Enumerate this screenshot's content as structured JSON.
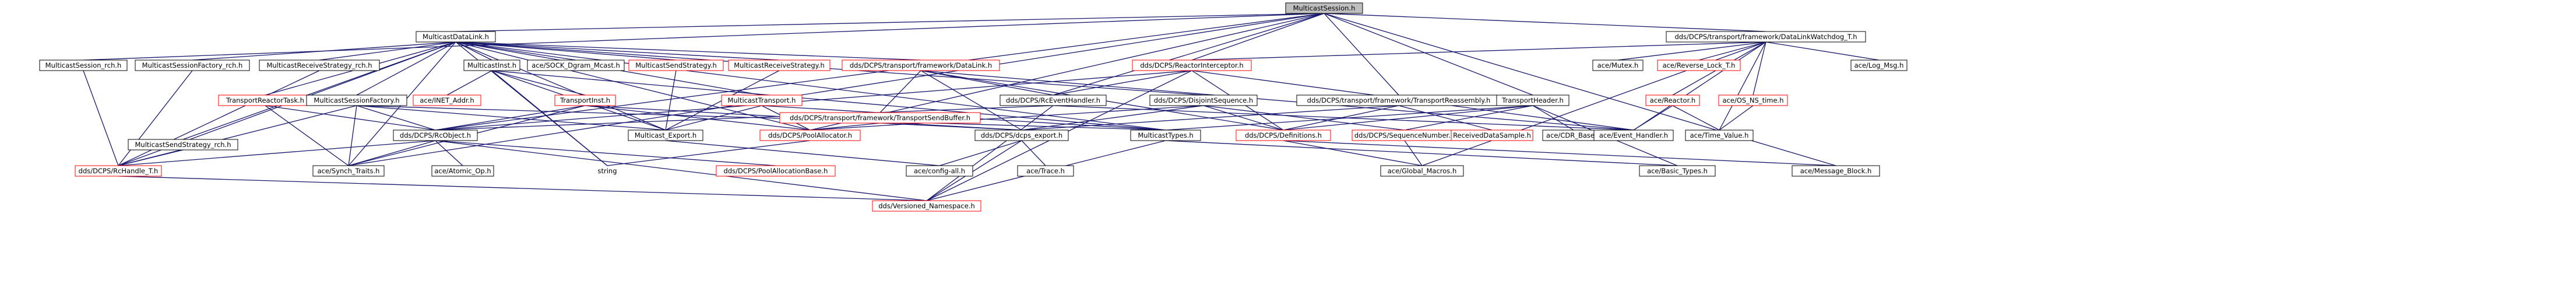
{
  "graph": {
    "root": "MulticastSession.h",
    "nodes": [
      {
        "id": "MulticastSession.h",
        "label": "MulticastSession.h",
        "kind": "root"
      },
      {
        "id": "MulticastDataLink.h",
        "label": "MulticastDataLink.h",
        "kind": "normal"
      },
      {
        "id": "WatchdogT",
        "label": "dds/DCPS/transport/framework/DataLinkWatchdog_T.h",
        "kind": "normal"
      },
      {
        "id": "MulticastSession_rch",
        "label": "MulticastSession_rch.h",
        "kind": "normal"
      },
      {
        "id": "MulticastSessionFactory_rch",
        "label": "MulticastSessionFactory_rch.h",
        "kind": "normal"
      },
      {
        "id": "MulticastReceiveStrategy_rch",
        "label": "MulticastReceiveStrategy_rch.h",
        "kind": "normal"
      },
      {
        "id": "MulticastInst",
        "label": "MulticastInst.h",
        "kind": "normal"
      },
      {
        "id": "SOCK_Dgram_Mcast",
        "label": "ace/SOCK_Dgram_Mcast.h",
        "kind": "normal"
      },
      {
        "id": "MulticastSendStrategy",
        "label": "MulticastSendStrategy.h",
        "kind": "missing"
      },
      {
        "id": "MulticastReceiveStrategy",
        "label": "MulticastReceiveStrategy.h",
        "kind": "missing"
      },
      {
        "id": "FwDataLink",
        "label": "dds/DCPS/transport/framework/DataLink.h",
        "kind": "missing"
      },
      {
        "id": "ReactorInterceptor",
        "label": "dds/DCPS/ReactorInterceptor.h",
        "kind": "missing"
      },
      {
        "id": "Mutex",
        "label": "ace/Mutex.h",
        "kind": "normal"
      },
      {
        "id": "ReverseLock",
        "label": "ace/Reverse_Lock_T.h",
        "kind": "missing"
      },
      {
        "id": "LogMsg",
        "label": "ace/Log_Msg.h",
        "kind": "normal"
      },
      {
        "id": "MulticastSendStrategy_rch",
        "label": "MulticastSendStrategy_rch.h",
        "kind": "normal"
      },
      {
        "id": "TransportReactorTask",
        "label": "TransportReactorTask.h",
        "kind": "missing"
      },
      {
        "id": "MulticastSessionFactory",
        "label": "MulticastSessionFactory.h",
        "kind": "normal"
      },
      {
        "id": "INETAddr",
        "label": "ace/INET_Addr.h",
        "kind": "missing"
      },
      {
        "id": "TransportInst",
        "label": "TransportInst.h",
        "kind": "missing"
      },
      {
        "id": "MulticastTransport",
        "label": "MulticastTransport.h",
        "kind": "missing"
      },
      {
        "id": "TransportSendBuffer",
        "label": "dds/DCPS/transport/framework/TransportSendBuffer.h",
        "kind": "missing"
      },
      {
        "id": "RcEventHandler",
        "label": "dds/DCPS/RcEventHandler.h",
        "kind": "normal"
      },
      {
        "id": "DisjointSequence",
        "label": "dds/DCPS/DisjointSequence.h",
        "kind": "normal"
      },
      {
        "id": "TransportReassembly",
        "label": "dds/DCPS/transport/framework/TransportReassembly.h",
        "kind": "normal"
      },
      {
        "id": "TransportHeader",
        "label": "TransportHeader.h",
        "kind": "normal"
      },
      {
        "id": "Reactor",
        "label": "ace/Reactor.h",
        "kind": "missing"
      },
      {
        "id": "OSNSTime",
        "label": "ace/OS_NS_time.h",
        "kind": "missing"
      },
      {
        "id": "RcObject",
        "label": "dds/DCPS/RcObject.h",
        "kind": "normal"
      },
      {
        "id": "MulticastExport",
        "label": "Multicast_Export.h",
        "kind": "normal"
      },
      {
        "id": "PoolAllocator",
        "label": "dds/DCPS/PoolAllocator.h",
        "kind": "missing"
      },
      {
        "id": "dcpsExport",
        "label": "dds/DCPS/dcps_export.h",
        "kind": "normal"
      },
      {
        "id": "MulticastTypes",
        "label": "MulticastTypes.h",
        "kind": "normal"
      },
      {
        "id": "Definitions",
        "label": "dds/DCPS/Definitions.h",
        "kind": "missing"
      },
      {
        "id": "SequenceNumber",
        "label": "dds/DCPS/SequenceNumber.h",
        "kind": "missing"
      },
      {
        "id": "ReceivedDataSample",
        "label": "ReceivedDataSample.h",
        "kind": "missing"
      },
      {
        "id": "CDRBase",
        "label": "ace/CDR_Base.h",
        "kind": "normal"
      },
      {
        "id": "EventHandler",
        "label": "ace/Event_Handler.h",
        "kind": "normal"
      },
      {
        "id": "TimeValue",
        "label": "ace/Time_Value.h",
        "kind": "normal"
      },
      {
        "id": "RcHandleT",
        "label": "dds/DCPS/RcHandle_T.h",
        "kind": "missing"
      },
      {
        "id": "SynchTraits",
        "label": "ace/Synch_Traits.h",
        "kind": "normal"
      },
      {
        "id": "AtomicOp",
        "label": "ace/Atomic_Op.h",
        "kind": "normal"
      },
      {
        "id": "string",
        "label": "string",
        "kind": "plain"
      },
      {
        "id": "PoolAllocationBase",
        "label": "dds/DCPS/PoolAllocationBase.h",
        "kind": "missing"
      },
      {
        "id": "configAll",
        "label": "ace/config-all.h",
        "kind": "normal"
      },
      {
        "id": "Trace",
        "label": "ace/Trace.h",
        "kind": "normal"
      },
      {
        "id": "GlobalMacros",
        "label": "ace/Global_Macros.h",
        "kind": "normal"
      },
      {
        "id": "BasicTypes",
        "label": "ace/Basic_Types.h",
        "kind": "normal"
      },
      {
        "id": "MessageBlock",
        "label": "ace/Message_Block.h",
        "kind": "normal"
      },
      {
        "id": "VersionedNamespace",
        "label": "dds/Versioned_Namespace.h",
        "kind": "missing"
      }
    ],
    "edges": [
      [
        "MulticastSession.h",
        "MulticastDataLink.h"
      ],
      [
        "MulticastSession.h",
        "WatchdogT"
      ],
      [
        "MulticastSession.h",
        "MulticastSession_rch"
      ],
      [
        "MulticastSession.h",
        "ReactorInterceptor"
      ],
      [
        "MulticastSession.h",
        "RcEventHandler"
      ],
      [
        "MulticastSession.h",
        "TransportReassembly"
      ],
      [
        "MulticastSession.h",
        "TransportHeader"
      ],
      [
        "MulticastSession.h",
        "PoolAllocator"
      ],
      [
        "MulticastSession.h",
        "MessageBlock"
      ],
      [
        "MulticastSession.h",
        "SynchTraits"
      ],
      [
        "MulticastSession.h",
        "RcObject"
      ],
      [
        "MulticastDataLink.h",
        "MulticastSessionFactory_rch"
      ],
      [
        "MulticastDataLink.h",
        "MulticastReceiveStrategy_rch"
      ],
      [
        "MulticastDataLink.h",
        "MulticastInst"
      ],
      [
        "MulticastDataLink.h",
        "SOCK_Dgram_Mcast"
      ],
      [
        "MulticastDataLink.h",
        "MulticastSendStrategy"
      ],
      [
        "MulticastDataLink.h",
        "MulticastReceiveStrategy"
      ],
      [
        "MulticastDataLink.h",
        "FwDataLink"
      ],
      [
        "MulticastDataLink.h",
        "MulticastSendStrategy_rch"
      ],
      [
        "MulticastDataLink.h",
        "TransportReactorTask"
      ],
      [
        "MulticastDataLink.h",
        "MulticastSessionFactory"
      ],
      [
        "MulticastDataLink.h",
        "MulticastTransport"
      ],
      [
        "MulticastDataLink.h",
        "MulticastExport"
      ],
      [
        "MulticastDataLink.h",
        "DisjointSequence"
      ],
      [
        "MulticastDataLink.h",
        "MulticastTypes"
      ],
      [
        "MulticastDataLink.h",
        "PoolAllocator"
      ],
      [
        "MulticastDataLink.h",
        "RcHandleT"
      ],
      [
        "MulticastDataLink.h",
        "SynchTraits"
      ],
      [
        "MulticastDataLink.h",
        "string"
      ],
      [
        "WatchdogT",
        "ReactorInterceptor"
      ],
      [
        "WatchdogT",
        "Mutex"
      ],
      [
        "WatchdogT",
        "ReverseLock"
      ],
      [
        "WatchdogT",
        "LogMsg"
      ],
      [
        "WatchdogT",
        "Reactor"
      ],
      [
        "WatchdogT",
        "OSNSTime"
      ],
      [
        "WatchdogT",
        "EventHandler"
      ],
      [
        "WatchdogT",
        "TimeValue"
      ],
      [
        "WatchdogT",
        "GlobalMacros"
      ],
      [
        "MulticastSession_rch",
        "RcHandleT"
      ],
      [
        "MulticastSessionFactory_rch",
        "RcHandleT"
      ],
      [
        "MulticastReceiveStrategy_rch",
        "RcHandleT"
      ],
      [
        "MulticastSendStrategy_rch",
        "RcHandleT"
      ],
      [
        "MulticastInst",
        "INETAddr"
      ],
      [
        "MulticastInst",
        "TransportInst"
      ],
      [
        "MulticastInst",
        "MulticastExport"
      ],
      [
        "MulticastInst",
        "MulticastTypes"
      ],
      [
        "MulticastInst",
        "string"
      ],
      [
        "MulticastSendStrategy",
        "MulticastExport"
      ],
      [
        "MulticastReceiveStrategy",
        "MulticastExport"
      ],
      [
        "FwDataLink",
        "TransportSendBuffer"
      ],
      [
        "FwDataLink",
        "RcEventHandler"
      ],
      [
        "FwDataLink",
        "dcpsExport"
      ],
      [
        "FwDataLink",
        "Definitions"
      ],
      [
        "FwDataLink",
        "EventHandler"
      ],
      [
        "ReactorInterceptor",
        "RcEventHandler"
      ],
      [
        "ReactorInterceptor",
        "RcObject"
      ],
      [
        "ReactorInterceptor",
        "Definitions"
      ],
      [
        "ReactorInterceptor",
        "EventHandler"
      ],
      [
        "ReactorInterceptor",
        "VersionedNamespace"
      ],
      [
        "TransportReactorTask",
        "RcObject"
      ],
      [
        "TransportReactorTask",
        "SynchTraits"
      ],
      [
        "MulticastSessionFactory",
        "RcObject"
      ],
      [
        "MulticastSessionFactory",
        "MulticastExport"
      ],
      [
        "MulticastSessionFactory",
        "MulticastTypes"
      ],
      [
        "MulticastSessionFactory",
        "SynchTraits"
      ],
      [
        "MulticastSessionFactory",
        "RcHandleT"
      ],
      [
        "TransportInst",
        "RcObject"
      ],
      [
        "TransportInst",
        "PoolAllocator"
      ],
      [
        "TransportInst",
        "SynchTraits"
      ],
      [
        "TransportInst",
        "dcpsExport"
      ],
      [
        "MulticastTransport",
        "MulticastExport"
      ],
      [
        "MulticastTransport",
        "PoolAllocator"
      ],
      [
        "MulticastTransport",
        "MulticastTypes"
      ],
      [
        "TransportSendBuffer",
        "PoolAllocator"
      ],
      [
        "TransportSendBuffer",
        "dcpsExport"
      ],
      [
        "RcEventHandler",
        "RcObject"
      ],
      [
        "RcEventHandler",
        "EventHandler"
      ],
      [
        "RcEventHandler",
        "VersionedNamespace"
      ],
      [
        "DisjointSequence",
        "SequenceNumber"
      ],
      [
        "DisjointSequence",
        "Definitions"
      ],
      [
        "DisjointSequence",
        "dcpsExport"
      ],
      [
        "DisjointSequence",
        "PoolAllocator"
      ],
      [
        "TransportReassembly",
        "ReceivedDataSample"
      ],
      [
        "TransportReassembly",
        "Definitions"
      ],
      [
        "TransportReassembly",
        "dcpsExport"
      ],
      [
        "TransportHeader",
        "CDRBase"
      ],
      [
        "TransportHeader",
        "BasicTypes"
      ],
      [
        "TransportHeader",
        "SequenceNumber"
      ],
      [
        "TransportHeader",
        "Definitions"
      ],
      [
        "TransportHeader",
        "MulticastTypes"
      ],
      [
        "Reactor",
        "EventHandler"
      ],
      [
        "Reactor",
        "TimeValue"
      ],
      [
        "OSNSTime",
        "TimeValue"
      ],
      [
        "RcObject",
        "RcHandleT"
      ],
      [
        "RcObject",
        "SynchTraits"
      ],
      [
        "RcObject",
        "AtomicOp"
      ],
      [
        "RcObject",
        "PoolAllocationBase"
      ],
      [
        "RcObject",
        "VersionedNamespace"
      ],
      [
        "MulticastExport",
        "configAll"
      ],
      [
        "PoolAllocator",
        "string"
      ],
      [
        "dcpsExport",
        "configAll"
      ],
      [
        "dcpsExport",
        "Trace"
      ],
      [
        "dcpsExport",
        "VersionedNamespace"
      ],
      [
        "MulticastTypes",
        "BasicTypes"
      ],
      [
        "MulticastTypes",
        "VersionedNamespace"
      ],
      [
        "Definitions",
        "GlobalMacros"
      ],
      [
        "Definitions",
        "MessageBlock"
      ],
      [
        "SequenceNumber",
        "GlobalMacros"
      ],
      [
        "RcHandleT",
        "VersionedNamespace"
      ]
    ]
  }
}
